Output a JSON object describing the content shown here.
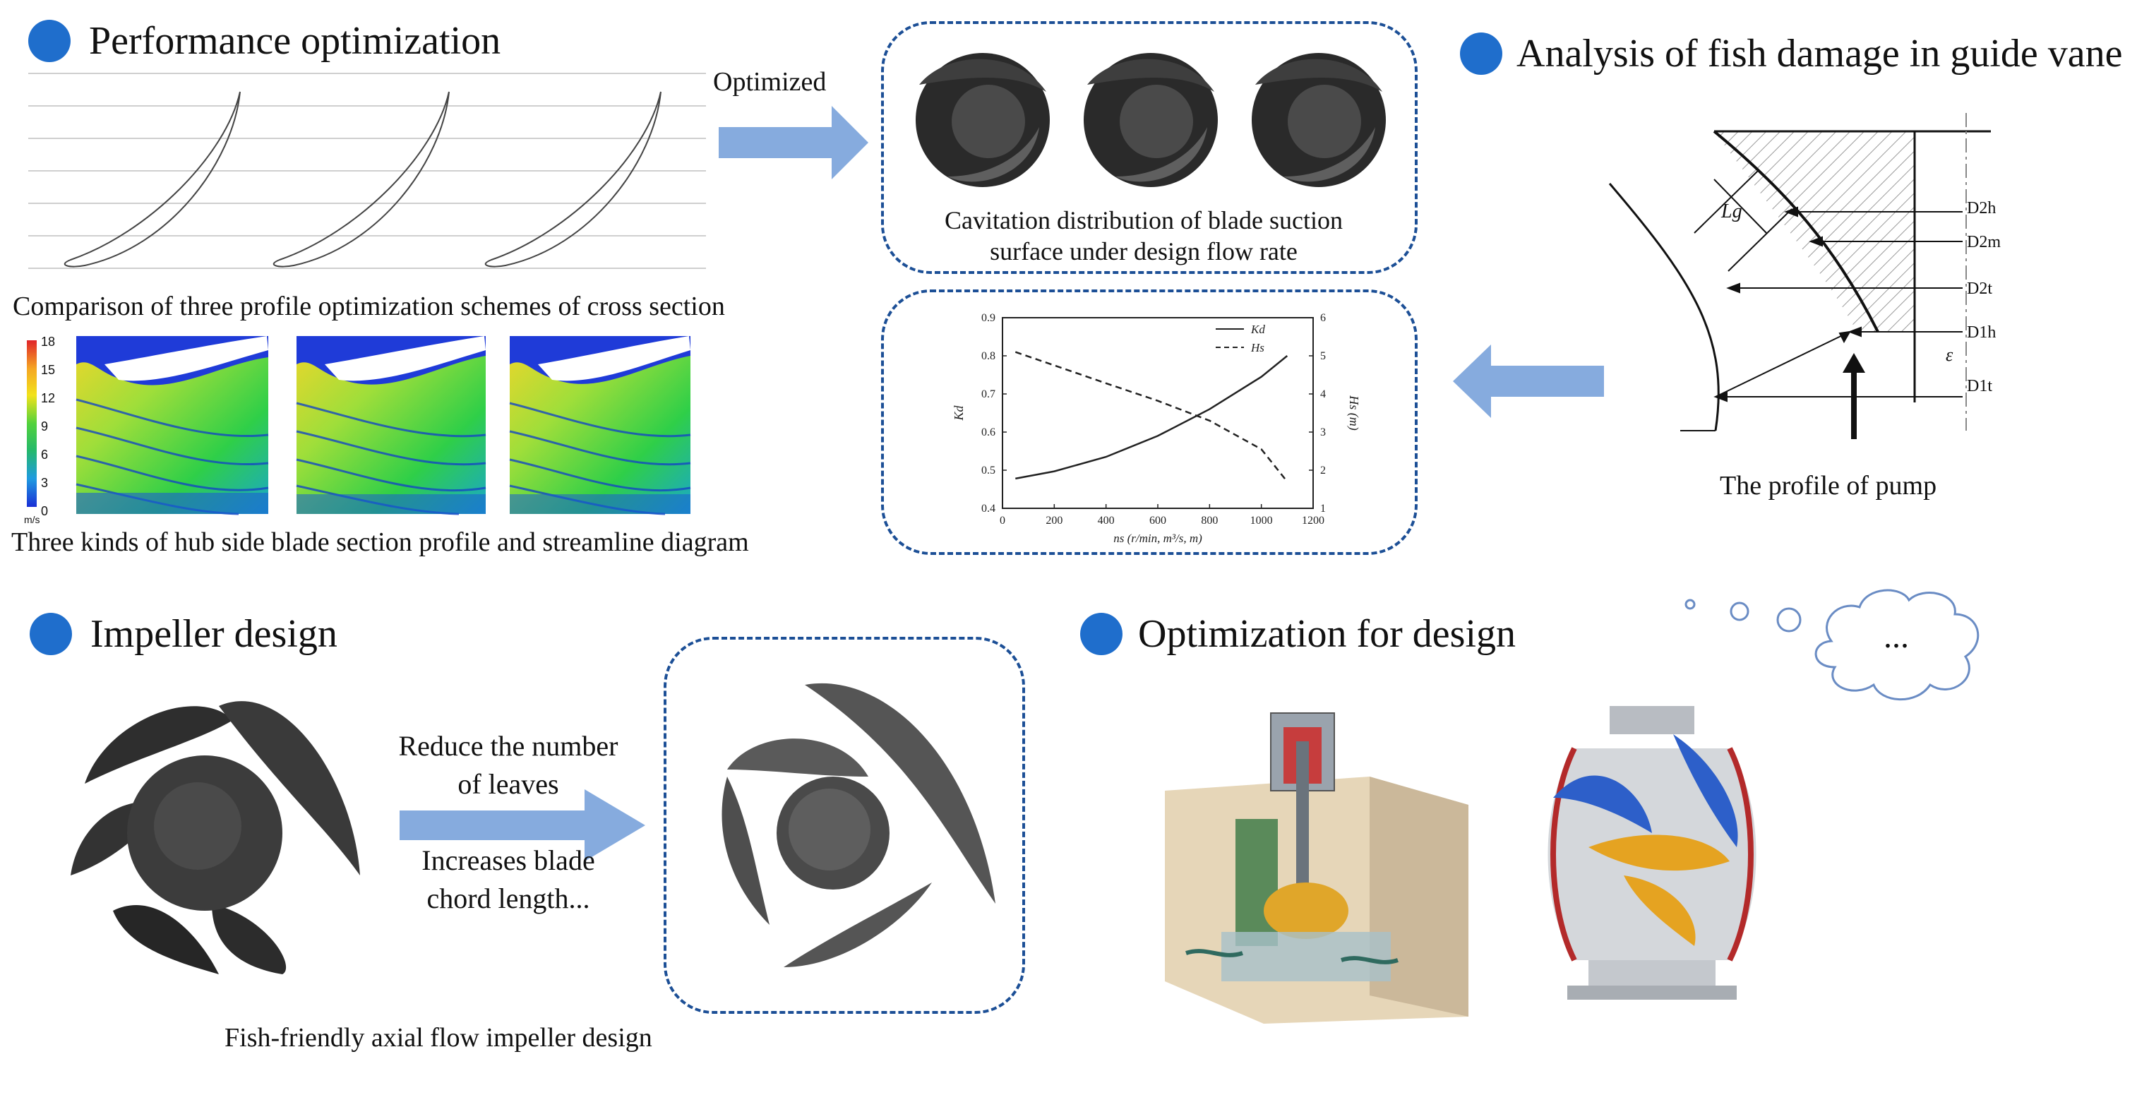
{
  "sections": {
    "performance": {
      "title": "Performance optimization"
    },
    "fish_damage": {
      "title": "Analysis of fish damage in guide vane"
    },
    "impeller": {
      "title": "Impeller design"
    },
    "optimization": {
      "title": "Optimization for design"
    }
  },
  "arrows": {
    "optimized_label": "Optimized",
    "reduce_label": "Reduce the number of leaves",
    "increase_label": "Increases blade chord length..."
  },
  "captions": {
    "profile_comparison": "Comparison of three profile optimization schemes of cross section",
    "streamline": "Three kinds of hub side blade section profile and streamline diagram",
    "cavitation": "Cavitation distribution of blade suction surface under design flow rate",
    "pump_profile": "The profile of pump",
    "impeller_design": "Fish-friendly axial flow impeller design"
  },
  "colorbar": {
    "ticks": [
      "18",
      "15",
      "12",
      "9",
      "6",
      "3",
      "0"
    ],
    "unit": "m/s"
  },
  "pump_labels": {
    "chord": "Lg",
    "d2h": "D2h",
    "d2m": "D2m",
    "d2t": "D2t",
    "d1h": "D1h",
    "d1t": "D1t",
    "epsilon": "ε"
  },
  "thought": "...",
  "chart_data": {
    "type": "line",
    "xlabel": "ns (r/min, m³/s, m)",
    "ylabel": "Kd",
    "y2label": "Hs (m)",
    "xlim": [
      0,
      1200
    ],
    "ylim": [
      0.4,
      0.9
    ],
    "y2lim": [
      1,
      6
    ],
    "xticks": [
      0,
      200,
      400,
      600,
      800,
      1000,
      1200
    ],
    "yticks": [
      0.4,
      0.5,
      0.6,
      0.7,
      0.8,
      0.9
    ],
    "y2ticks": [
      1,
      2,
      3,
      4,
      5,
      6
    ],
    "legend_position": "top-right",
    "series": [
      {
        "name": "Kd",
        "axis": "left",
        "style": "solid",
        "x": [
          50,
          200,
          400,
          600,
          800,
          1000,
          1100
        ],
        "y": [
          0.478,
          0.497,
          0.535,
          0.59,
          0.66,
          0.745,
          0.8
        ]
      },
      {
        "name": "Hs",
        "axis": "right",
        "style": "dashed",
        "x": [
          50,
          200,
          400,
          600,
          800,
          1000,
          1100
        ],
        "y": [
          5.1,
          4.75,
          4.28,
          3.82,
          3.3,
          2.55,
          1.7
        ]
      }
    ]
  }
}
